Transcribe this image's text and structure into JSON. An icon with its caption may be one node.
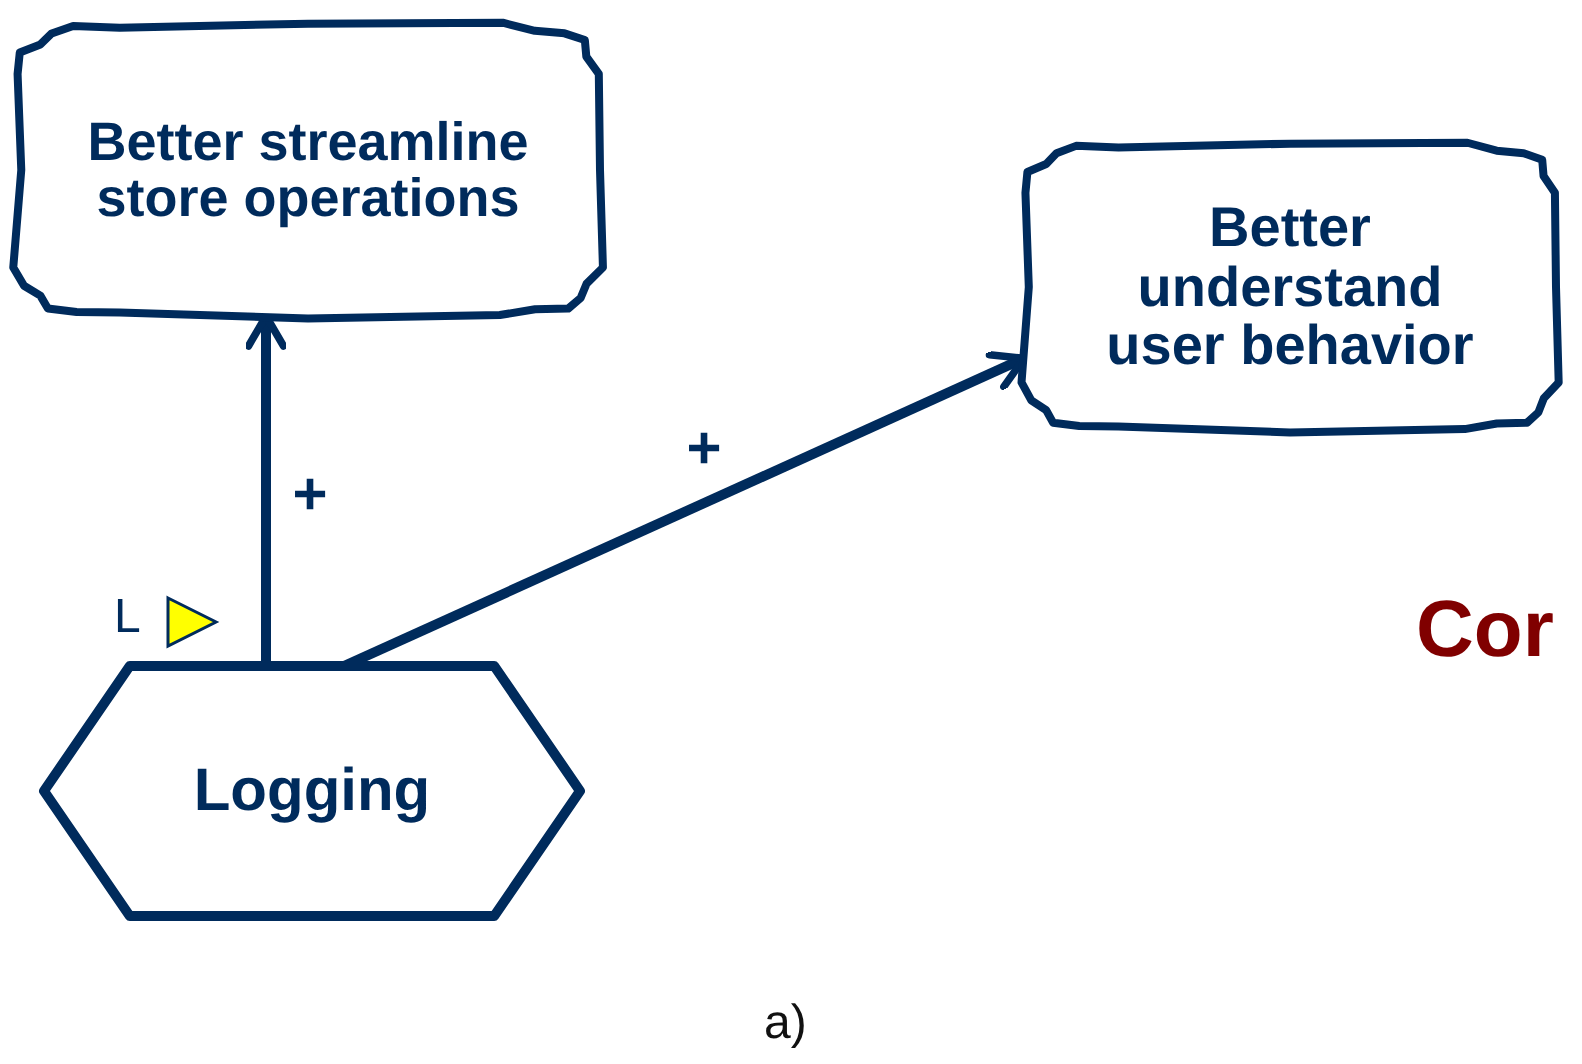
{
  "diagram": {
    "nodes": [
      {
        "text": [
          "Better streamline store operations"
        ]
      },
      {
        "text": [
          "Better understand user behavior"
        ]
      },
      {
        "text": [
          "Logging"
        ],
        "beside": [
          "L"
        ]
      }
    ],
    "edges": [
      {
        "from": 2,
        "to": 0,
        "arrow": "to",
        "label": "+"
      },
      {
        "from": 2,
        "to": 1,
        "arrow": "to",
        "label": "+"
      }
    ],
    "labels": [
      "Cor",
      "a)"
    ]
  }
}
